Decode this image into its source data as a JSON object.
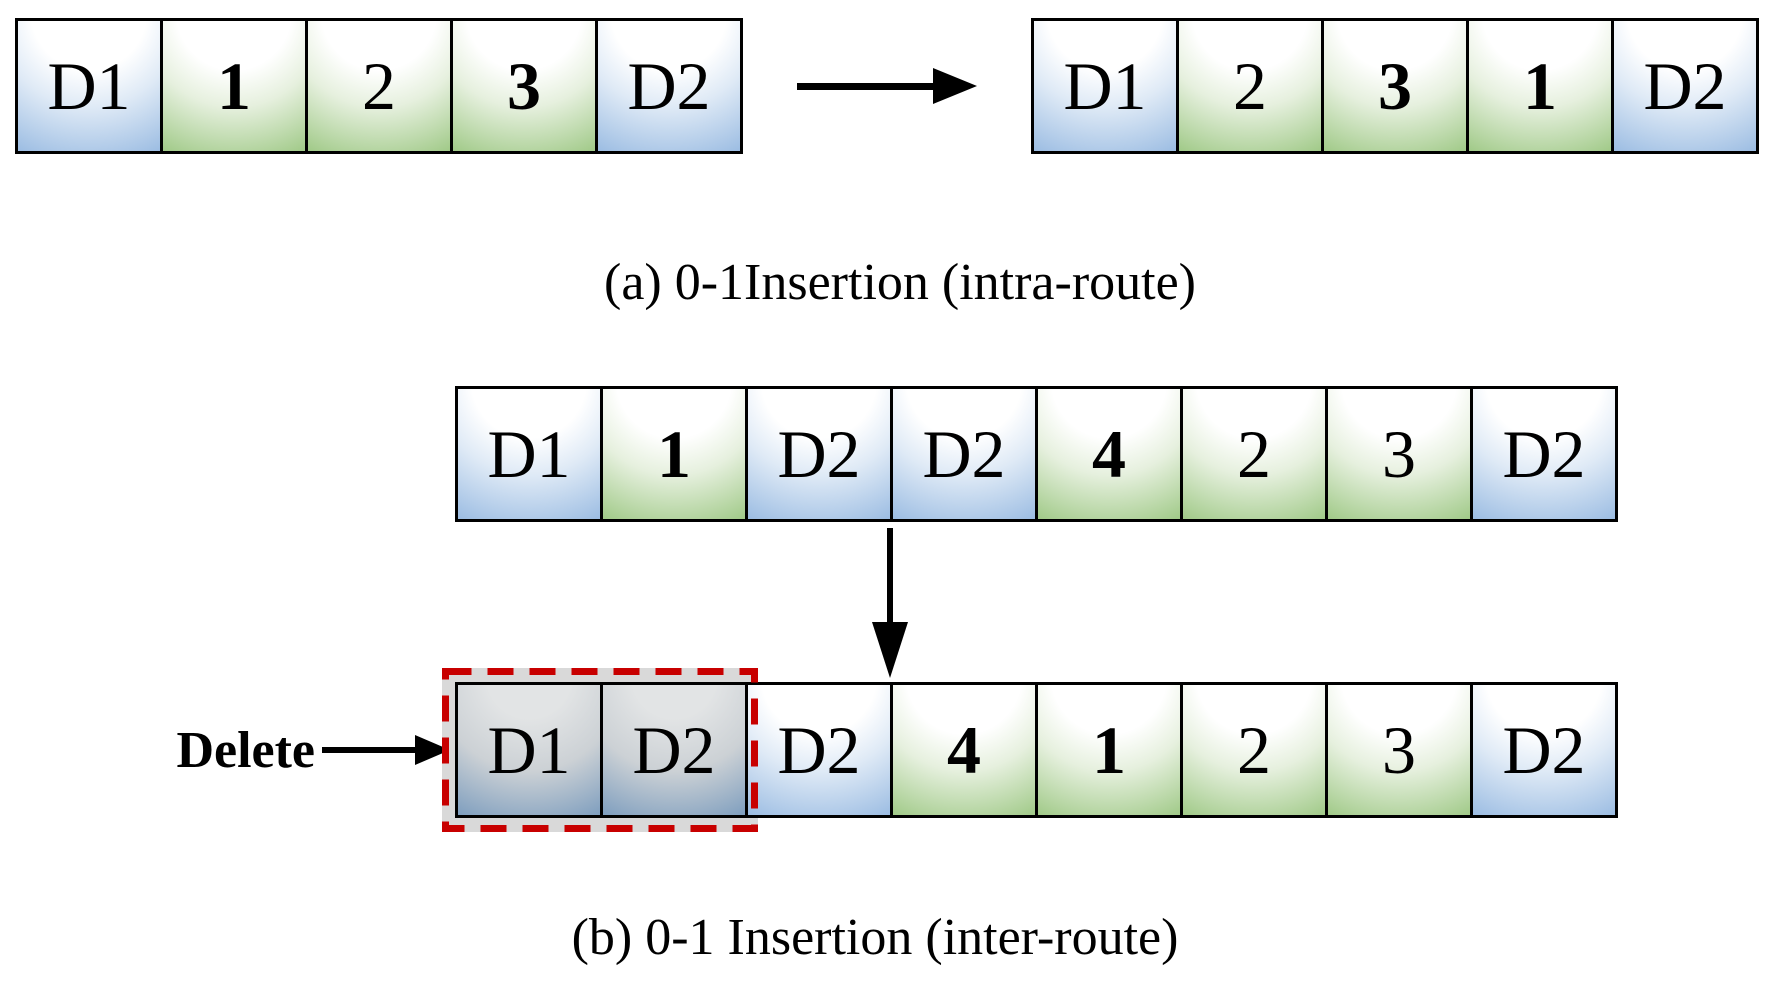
{
  "panel_a": {
    "caption": "(a) 0-1Insertion (intra-route)",
    "before": [
      {
        "label": "D1",
        "type": "depot",
        "bold": false
      },
      {
        "label": "1",
        "type": "customer",
        "bold": true
      },
      {
        "label": "2",
        "type": "customer",
        "bold": false
      },
      {
        "label": "3",
        "type": "customer",
        "bold": true
      },
      {
        "label": "D2",
        "type": "depot",
        "bold": false
      }
    ],
    "after": [
      {
        "label": "D1",
        "type": "depot",
        "bold": false
      },
      {
        "label": "2",
        "type": "customer",
        "bold": false
      },
      {
        "label": "3",
        "type": "customer",
        "bold": true
      },
      {
        "label": "1",
        "type": "customer",
        "bold": true
      },
      {
        "label": "D2",
        "type": "depot",
        "bold": false
      }
    ]
  },
  "panel_b": {
    "caption": "(b) 0-1 Insertion (inter-route)",
    "delete_label": "Delete",
    "before": [
      {
        "label": "D1",
        "type": "depot",
        "bold": false
      },
      {
        "label": "1",
        "type": "customer",
        "bold": true
      },
      {
        "label": "D2",
        "type": "depot",
        "bold": false
      },
      {
        "label": "D2",
        "type": "depot",
        "bold": false
      },
      {
        "label": "4",
        "type": "customer",
        "bold": true
      },
      {
        "label": "2",
        "type": "customer",
        "bold": false
      },
      {
        "label": "3",
        "type": "customer",
        "bold": false
      },
      {
        "label": "D2",
        "type": "depot",
        "bold": false
      }
    ],
    "after": [
      {
        "label": "D1",
        "type": "depot-deleted",
        "bold": false
      },
      {
        "label": "D2",
        "type": "depot-deleted",
        "bold": false
      },
      {
        "label": "D2",
        "type": "depot",
        "bold": false
      },
      {
        "label": "4",
        "type": "customer",
        "bold": true
      },
      {
        "label": "1",
        "type": "customer",
        "bold": true
      },
      {
        "label": "2",
        "type": "customer",
        "bold": false
      },
      {
        "label": "3",
        "type": "customer",
        "bold": false
      },
      {
        "label": "D2",
        "type": "depot",
        "bold": false
      }
    ]
  },
  "colors": {
    "depot_blue": "#89b0dd",
    "customer_green": "#8dbf70",
    "deleted_gray_bottom": "#6990b8",
    "deleted_backdrop_gray": "#d9d9d9",
    "dashed_border_red": "#c80000",
    "outline_black": "#000000"
  }
}
